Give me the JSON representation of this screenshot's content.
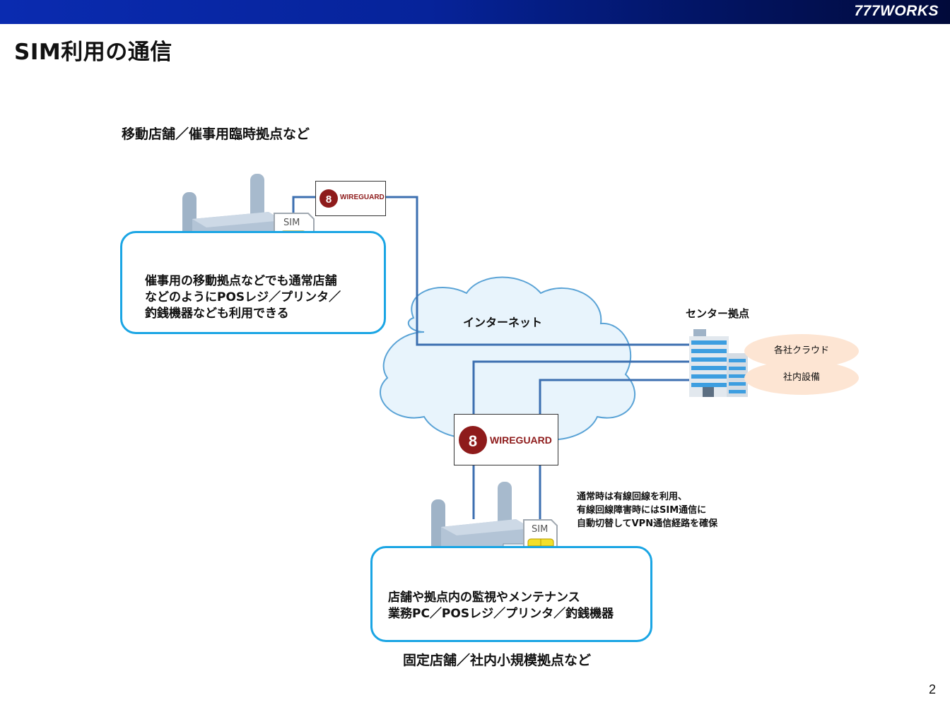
{
  "header": {
    "brand": "777WORKS",
    "title": "SIM利用の通信",
    "page_number": "2"
  },
  "labels": {
    "mobile_site": "移動店舗／催事用臨時拠点など",
    "fixed_site": "固定店舗／社内小規模拠点など",
    "center": "センター拠点",
    "internet": "インターネット"
  },
  "mobile_box": {
    "lines": [
      "催事用の移動拠点などでも通常店舗",
      "などのようにPOSレジ／プリンタ／",
      "釣銭機器なども利用できる"
    ]
  },
  "fixed_box": {
    "lines": [
      "店舗や拠点内の監視やメンテナンス",
      "業務PC／POSレジ／プリンタ／釣銭機器"
    ]
  },
  "note": {
    "lines": [
      "通常時は有線回線を利用、",
      "有線回線障害時にはSIM通信に",
      "自動切替してVPN通信経路を確保"
    ]
  },
  "center_items": [
    "各社クラウド",
    "社内設備"
  ],
  "sim_label": "SIM",
  "wireguard": {
    "text": "WIREGUARD",
    "color": "#8e1b1b"
  },
  "colors": {
    "line": "#3c6fb0",
    "box_border": "#1aa5e4",
    "cloud": "#e8f4fc",
    "oval": "#fde5d3"
  }
}
